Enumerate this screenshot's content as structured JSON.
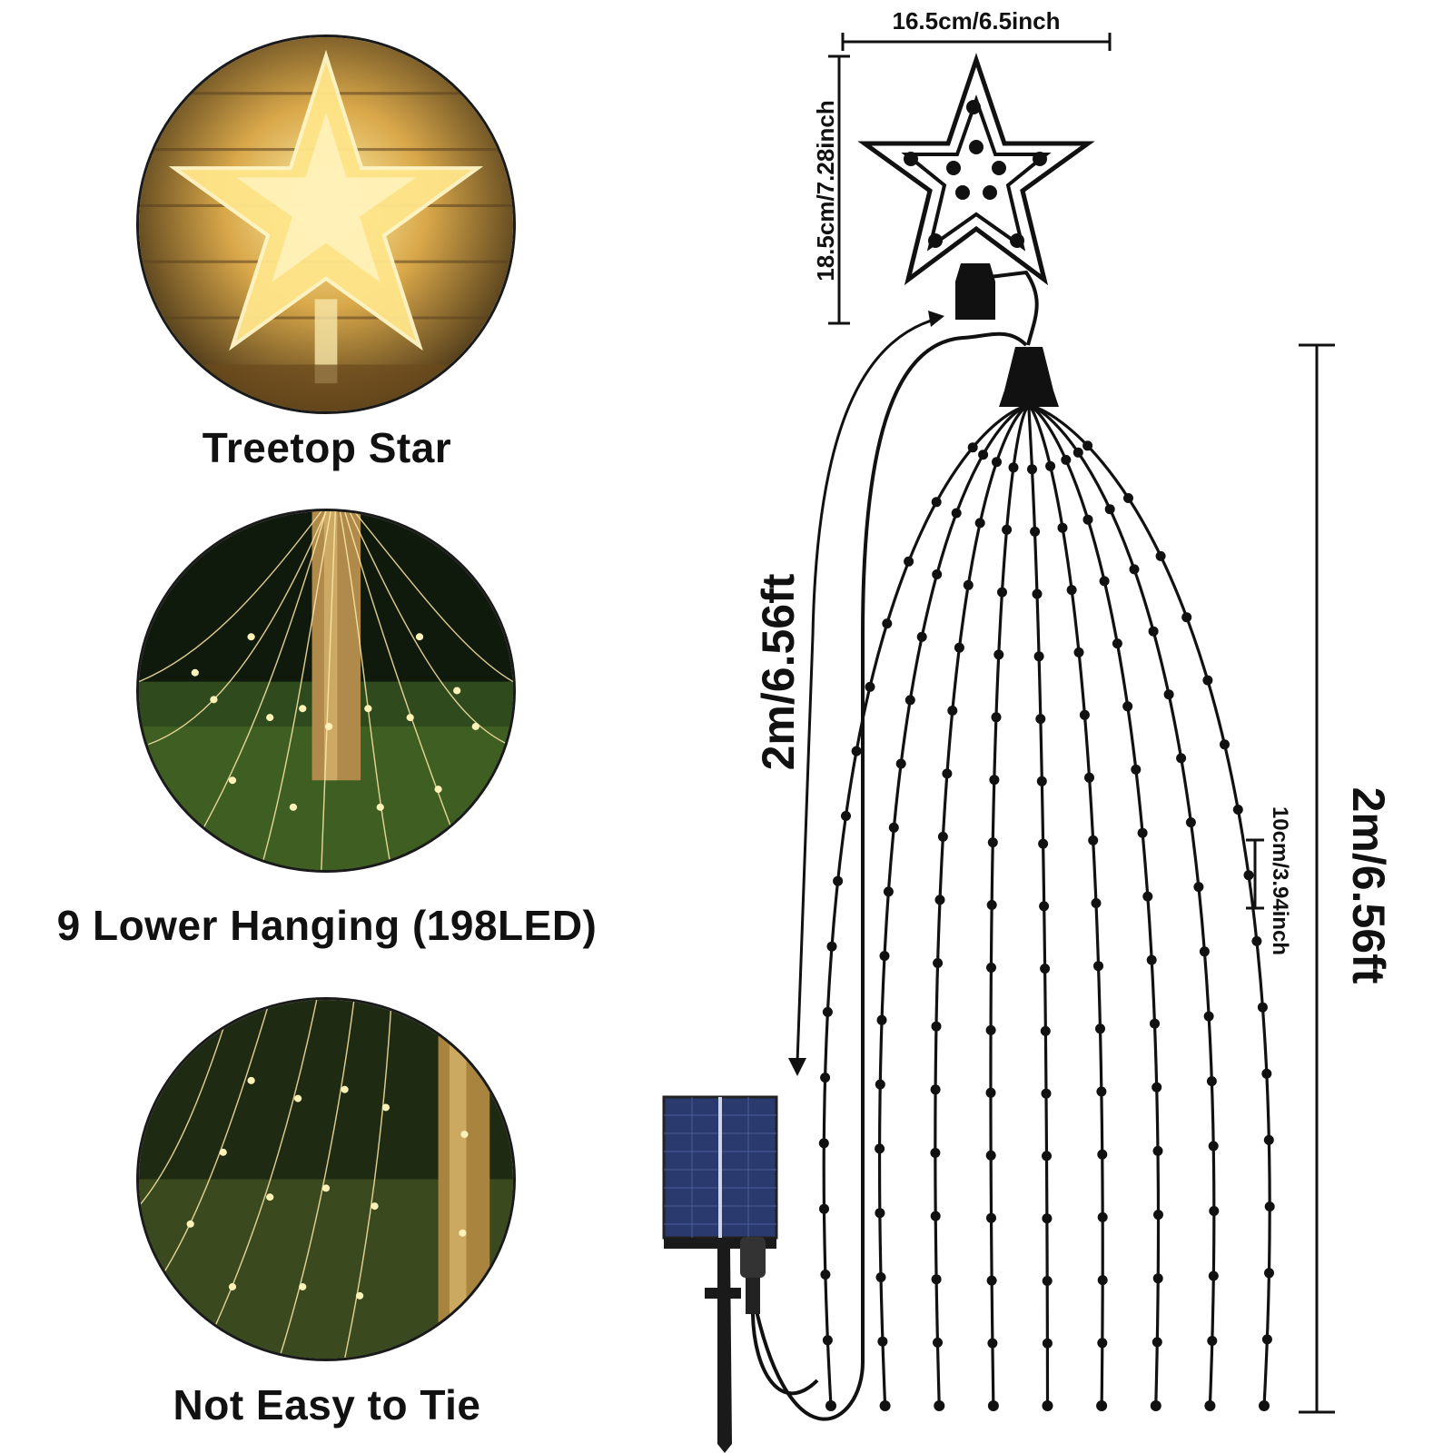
{
  "photos": [
    {
      "caption": "Treetop Star",
      "scene": "glowing star topper"
    },
    {
      "caption": "9 Lower Hanging (198LED)",
      "scene": "light strands around tree trunk"
    },
    {
      "caption": "Not Easy to Tie",
      "scene": "close-up of light strands"
    }
  ],
  "dimensions": {
    "star_width": "16.5cm/6.5inch",
    "star_height": "18.5cm/7.28inch",
    "cable_length": "2m/6.56ft",
    "strand_length": "2m/6.56ft",
    "led_spacing": "10cm/3.94inch"
  },
  "diagram": {
    "strand_count": 9,
    "components": [
      "star-topper",
      "hub",
      "light-strands",
      "solar-panel",
      "ground-stake"
    ]
  },
  "colors": {
    "line": "#111111",
    "warm_light": "#ffd86b",
    "panel_blue": "#2b3a6e"
  }
}
